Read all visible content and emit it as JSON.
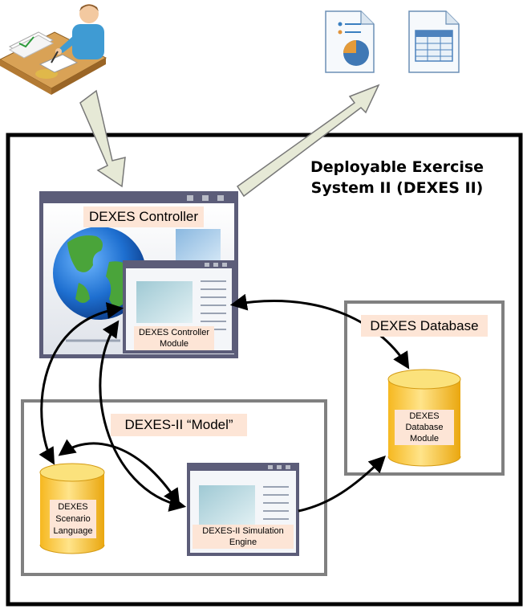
{
  "system_title_line1": "Deployable Exercise",
  "system_title_line2": "System II (DEXES II)",
  "controller_label": "DEXES Controller",
  "controller_module_label": "DEXES Controller Module",
  "database_label": "DEXES Database",
  "database_module_label": "DEXES Database Module",
  "model_label": "DEXES-II “Model”",
  "scenario_language_label": "DEXES Scenario Language",
  "simulation_engine_label": "DEXES-II Simulation Engine",
  "icons": {
    "user": "user-at-desk-icon",
    "globe": "globe-icon",
    "report": "pie-chart-document-icon",
    "spreadsheet": "spreadsheet-document-icon",
    "database": "database-cylinder-icon"
  },
  "colors": {
    "frame": "#000000",
    "group_border": "#808080",
    "label_fill": "#fde5d6",
    "cylinder": "#f7c53a",
    "arrow_fill": "#e6e9d6",
    "window_frame": "#5c5d79"
  }
}
